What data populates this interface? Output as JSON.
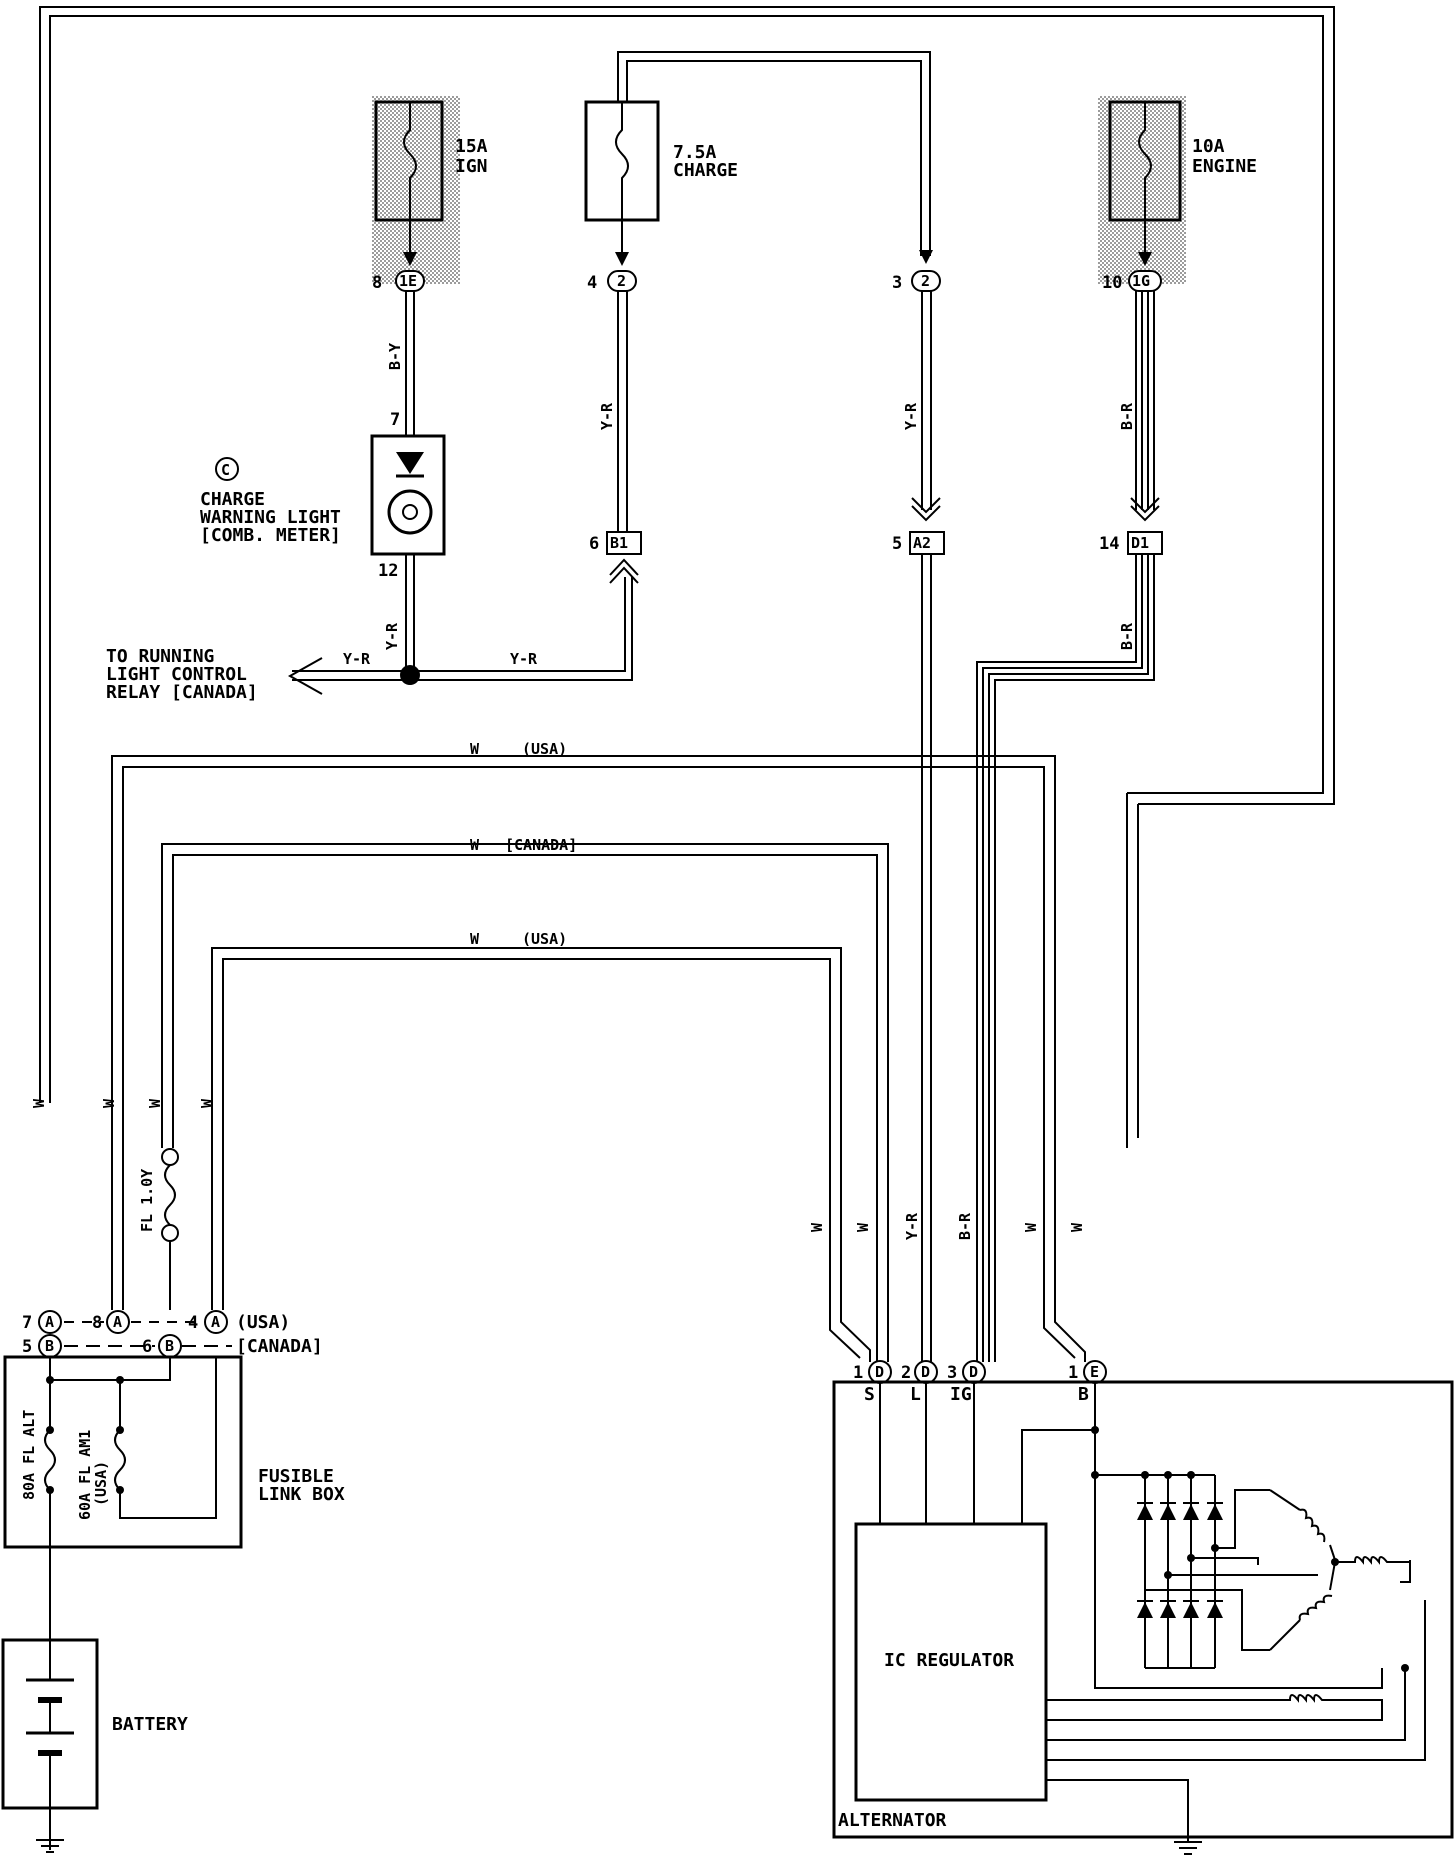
{
  "fuses": {
    "ign": {
      "rating": "15A",
      "name": "IGN"
    },
    "charge": {
      "rating": "7.5A",
      "name": "CHARGE"
    },
    "engine": {
      "rating": "10A",
      "name": "ENGINE"
    }
  },
  "connectors": {
    "ign": {
      "pin": "8",
      "code": "1E"
    },
    "charge": {
      "pin": "4",
      "code": "2"
    },
    "charge2": {
      "pin": "3",
      "code": "2"
    },
    "engine": {
      "pin": "10",
      "code": "1G"
    },
    "b1": {
      "pin": "6",
      "code": "B1"
    },
    "a2": {
      "pin": "5",
      "code": "A2"
    },
    "d1": {
      "pin": "14",
      "code": "D1"
    }
  },
  "warning_light": {
    "marker": "C",
    "line1": "CHARGE",
    "line2": "WARNING LIGHT",
    "line3": "[COMB. METER]",
    "pin_top": "7",
    "pin_bottom": "12"
  },
  "running_light": {
    "line1": "TO RUNNING",
    "line2": "LIGHT CONTROL",
    "line3": "RELAY [CANADA]"
  },
  "wire_colors": {
    "by": "B-Y",
    "yr": "Y-R",
    "br": "B-R",
    "w": "W"
  },
  "wire_notes": {
    "usa_top": "(USA)",
    "canada": "[CANADA]",
    "usa_mid": "(USA)"
  },
  "fusible_link_box": {
    "label1": "FUSIBLE",
    "label2": "LINK BOX",
    "fl_alt": "80A FL ALT",
    "fl_am1": "60A FL AM1",
    "fl_am1_note": "(USA)",
    "fl_small": "FL 1.0Y",
    "row_a": {
      "pin_left": "7",
      "code": "A",
      "pin_mid": "8",
      "pin_right": "4",
      "note": "(USA)"
    },
    "row_b": {
      "pin_left": "5",
      "code": "B",
      "pin_mid": "6",
      "note": "[CANADA]"
    }
  },
  "battery": {
    "label": "BATTERY"
  },
  "alternator": {
    "label": "ALTERNATOR",
    "regulator": "IC REGULATOR",
    "terminals": [
      {
        "pin": "1",
        "code": "D",
        "name": "S"
      },
      {
        "pin": "2",
        "code": "D",
        "name": "L"
      },
      {
        "pin": "3",
        "code": "D",
        "name": "IG"
      },
      {
        "pin": "1",
        "code": "E",
        "name": "B"
      }
    ]
  }
}
